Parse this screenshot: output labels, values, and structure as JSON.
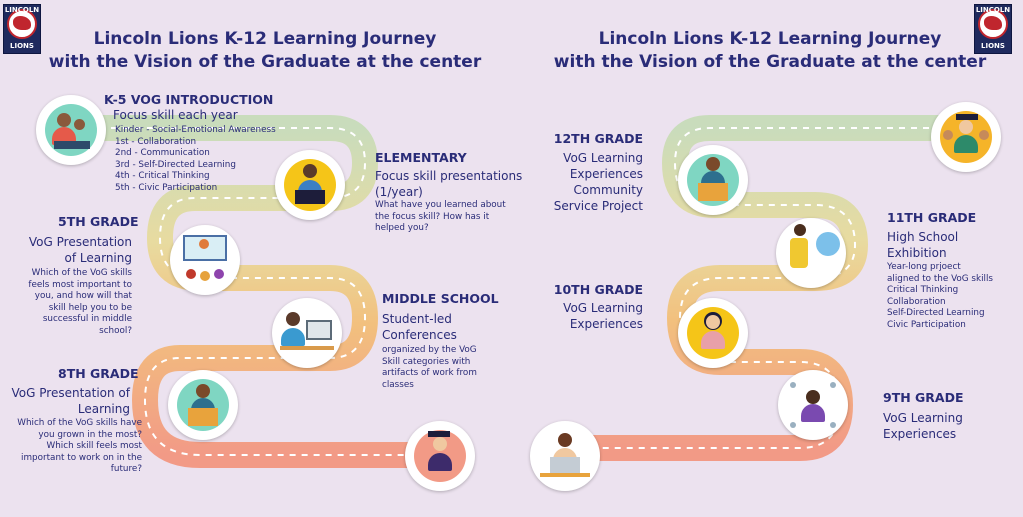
{
  "left": {
    "title_line1": "Lincoln Lions K-12 Learning Journey",
    "title_line2": "with the Vision of the Graduate at the center",
    "logo_text_top": "LINCOLN",
    "logo_text_bottom": "LIONS",
    "k5": {
      "heading": "K-5 VOG INTRODUCTION",
      "sub": "Focus skill each year",
      "items": [
        "Kinder - Social-Emotional Awareness",
        "1st - Collaboration",
        "2nd - Communication",
        "3rd - Self-Directed Learning",
        "4th - Critical Thinking",
        "5th - Civic Participation"
      ]
    },
    "elementary": {
      "heading": "ELEMENTARY",
      "sub_line1": "Focus skill presentations",
      "sub_line2": "(1/year)",
      "detail_line1": "What have you learned about",
      "detail_line2": "the focus skill? How has it",
      "detail_line3": "helped you?"
    },
    "fifth": {
      "heading": "5TH GRADE",
      "sub_line1": "VoG Presentation",
      "sub_line2": "of Learning",
      "detail_lines": [
        "Which of the VoG skills",
        "feels most important to",
        "you, and how will that",
        "skill help you to be",
        "successful in middle",
        "school?"
      ]
    },
    "middle": {
      "heading": "MIDDLE SCHOOL",
      "sub_line1": "Student-led",
      "sub_line2": "Conferences",
      "detail_lines": [
        "organized by the VoG",
        "Skill categories with",
        "artifacts of work from",
        "classes"
      ]
    },
    "eighth": {
      "heading": "8TH GRADE",
      "sub_line1": "VoG Presentation of",
      "sub_line2": "Learning",
      "detail_lines": [
        "Which of the VoG skills have",
        "you grown in the most?",
        "Which skill feels most",
        "important to work on in the",
        "future?"
      ]
    }
  },
  "right": {
    "title_line1": "Lincoln Lions K-12 Learning Journey",
    "title_line2": "with the Vision of the Graduate at the center",
    "logo_text_top": "LINCOLN",
    "logo_text_bottom": "LIONS",
    "twelfth": {
      "heading": "12TH GRADE",
      "lines": [
        "VoG Learning",
        "Experiences",
        "Community",
        "Service Project"
      ]
    },
    "eleventh": {
      "heading": "11TH GRADE",
      "sub_line1": "High School",
      "sub_line2": "Exhibition",
      "detail_lines": [
        "Year-long prjoect",
        "aligned to the VoG skills",
        "Critical Thinking",
        "Collaboration",
        "Self-Directed Learning",
        "Civic Participation"
      ]
    },
    "tenth": {
      "heading": "10TH GRADE",
      "sub_line1": "VoG Learning",
      "sub_line2": "Experiences"
    },
    "ninth": {
      "heading": "9TH GRADE",
      "sub_line1": "VoG Learning",
      "sub_line2": "Experiences"
    }
  },
  "colors": {
    "background": "#ece2ef",
    "title": "#2a2c78",
    "road_green": "#c9dcbc",
    "road_yellow": "#f0d98c",
    "road_orange": "#f2b27c",
    "road_salmon": "#f29a86",
    "logo_blue": "#1f2a5e",
    "logo_red": "#c0262e"
  }
}
